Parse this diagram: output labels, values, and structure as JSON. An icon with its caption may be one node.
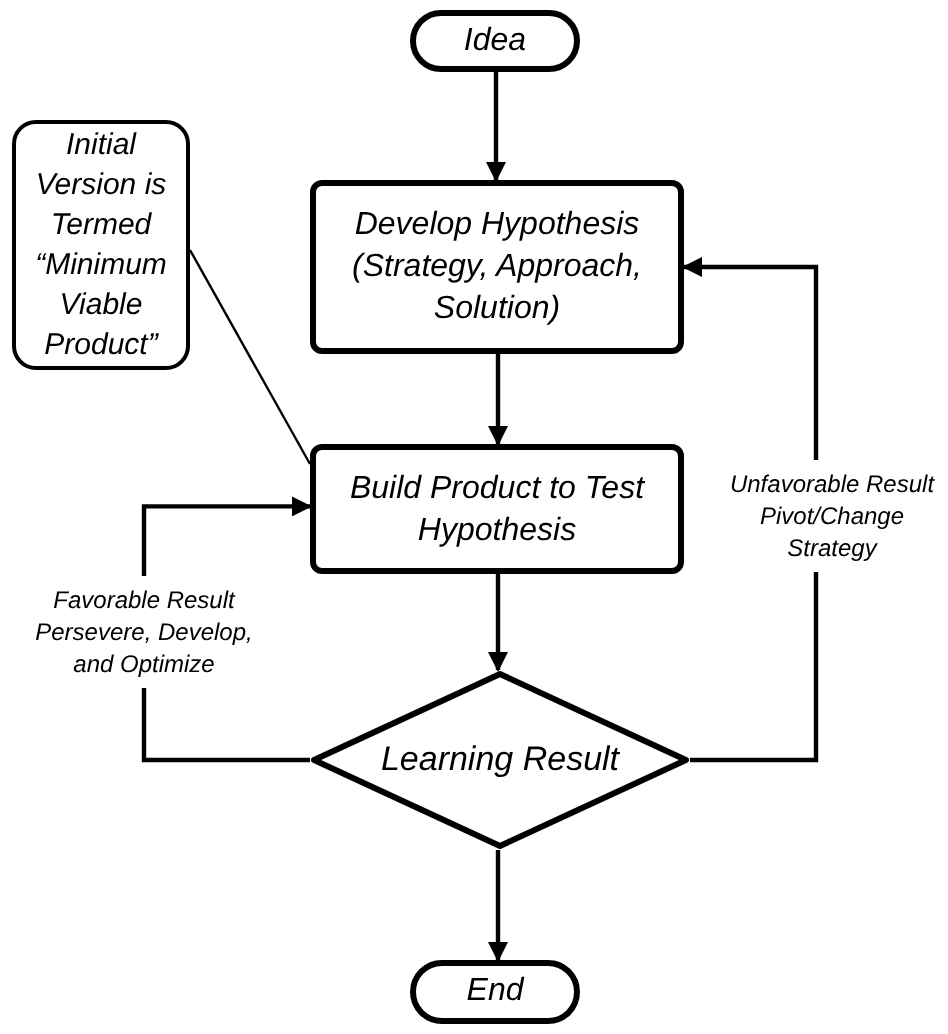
{
  "diagram": {
    "nodes": [
      {
        "text": [
          "Idea"
        ]
      },
      {
        "text": [
          "Initial Version is Termed “Minimum Viable Product”"
        ]
      },
      {
        "text": [
          "Develop Hypothesis (Strategy, Approach, Solution)"
        ]
      },
      {
        "text": [
          "Build Product to Test Hypothesis"
        ]
      },
      {
        "text": [
          "Learning Result"
        ]
      },
      {
        "text": [
          "End"
        ]
      }
    ],
    "edges": [
      {
        "from": 0,
        "to": 2,
        "arrow": "to"
      },
      {
        "from": 2,
        "to": 3,
        "arrow": "to"
      },
      {
        "from": 3,
        "to": 4,
        "arrow": "to"
      },
      {
        "from": 4,
        "to": 5,
        "arrow": "to"
      },
      {
        "from": 4,
        "to": 3,
        "arrow": "to",
        "label": "Favorable Result Persevere, Develop, and Optimize"
      },
      {
        "from": 4,
        "to": 2,
        "arrow": "to",
        "label": "Unfavorable Result Pivot/Change Strategy"
      },
      {
        "from": 1,
        "to": 3,
        "arrow": "none"
      }
    ]
  }
}
